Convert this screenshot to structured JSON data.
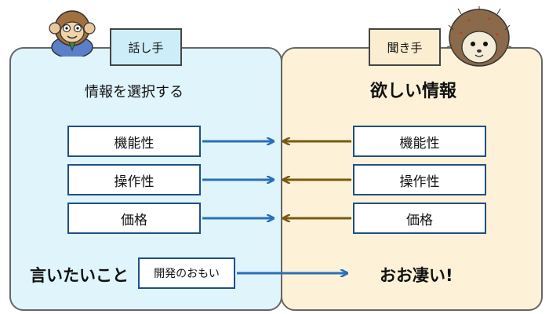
{
  "speaker": {
    "tab_label": "話し手",
    "heading": "情報を選択する",
    "items": [
      "機能性",
      "操作性",
      "価格"
    ],
    "bottom_text": "言いたいこと",
    "extra_box": "開発のおもい"
  },
  "listener": {
    "tab_label": "聞き手",
    "heading": "欲しい情報",
    "items": [
      "機能性",
      "操作性",
      "価格"
    ],
    "bottom_text": "おお凄い!"
  },
  "colors": {
    "left_panel": "#dff4fb",
    "right_panel": "#fdf2d8",
    "blue_arrow": "#2a6fb8",
    "brown_arrow": "#7a5a12"
  }
}
